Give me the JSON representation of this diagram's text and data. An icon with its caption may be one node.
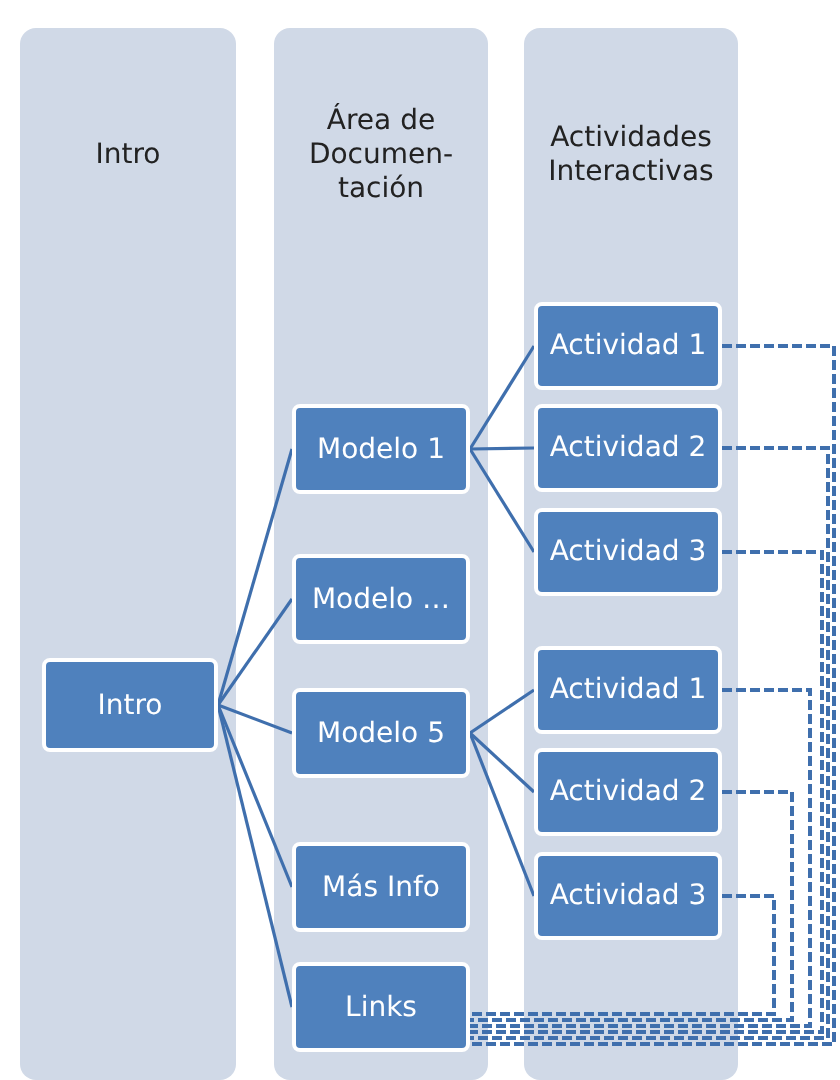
{
  "diagram": {
    "nodes": [
      {
        "text": [
          "Intro"
        ]
      },
      {
        "text": [
          "Área de Documen-tación"
        ]
      },
      {
        "text": [
          "Actividades Interactivas"
        ]
      },
      {
        "text": [
          "Intro"
        ],
        "in": 0
      },
      {
        "text": [
          "Modelo 1"
        ],
        "in": 1
      },
      {
        "text": [
          "Modelo …"
        ],
        "in": 1
      },
      {
        "text": [
          "Modelo 5"
        ],
        "in": 1
      },
      {
        "text": [
          "Más Info"
        ],
        "in": 1
      },
      {
        "text": [
          "Links"
        ],
        "in": 1
      },
      {
        "text": [
          "Actividad 1"
        ],
        "in": 2
      },
      {
        "text": [
          "Actividad 2"
        ],
        "in": 2
      },
      {
        "text": [
          "Actividad 3"
        ],
        "in": 2
      },
      {
        "text": [
          "Actividad 1"
        ],
        "in": 2
      },
      {
        "text": [
          "Actividad 2"
        ],
        "in": 2
      },
      {
        "text": [
          "Actividad 3"
        ],
        "in": 2
      }
    ],
    "edges": [
      {
        "from": 3,
        "to": 4,
        "arrow": "none"
      },
      {
        "from": 3,
        "to": 5,
        "arrow": "none"
      },
      {
        "from": 3,
        "to": 6,
        "arrow": "none"
      },
      {
        "from": 3,
        "to": 7,
        "arrow": "none"
      },
      {
        "from": 3,
        "to": 8,
        "arrow": "none"
      },
      {
        "from": 4,
        "to": 9,
        "arrow": "none"
      },
      {
        "from": 4,
        "to": 10,
        "arrow": "none"
      },
      {
        "from": 4,
        "to": 11,
        "arrow": "none"
      },
      {
        "from": 6,
        "to": 12,
        "arrow": "none"
      },
      {
        "from": 6,
        "to": 13,
        "arrow": "none"
      },
      {
        "from": 6,
        "to": 14,
        "arrow": "none"
      },
      {
        "from": 9,
        "to": 8,
        "arrow": "none",
        "style": "dashed"
      },
      {
        "from": 10,
        "to": 8,
        "arrow": "none",
        "style": "dashed"
      },
      {
        "from": 11,
        "to": 8,
        "arrow": "none",
        "style": "dashed"
      },
      {
        "from": 12,
        "to": 8,
        "arrow": "none",
        "style": "dashed"
      },
      {
        "from": 13,
        "to": 8,
        "arrow": "none",
        "style": "dashed"
      },
      {
        "from": 14,
        "to": 8,
        "arrow": "none",
        "style": "dashed"
      }
    ]
  }
}
